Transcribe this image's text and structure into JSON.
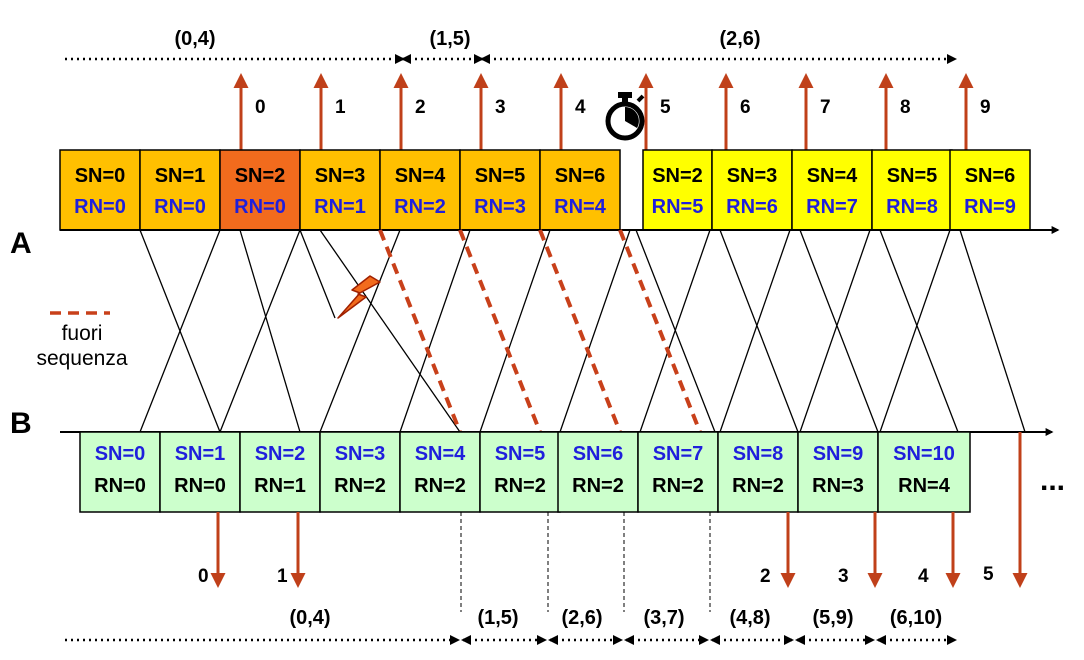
{
  "station_a_label": "A",
  "station_b_label": "B",
  "legend": {
    "line1": "fuori",
    "line2": "sequenza",
    "color": "#c8401a"
  },
  "ellipsis": "...",
  "colors": {
    "a_frame": "#ffc000",
    "a_frame_error": "#f26b1d",
    "a_frame_retx": "#ffff00",
    "b_frame": "#ccffcc",
    "arrow": "#c0401a",
    "blue_text": "#1f1fdc"
  },
  "top_windows": [
    "(0,4)",
    "(1,5)",
    "(2,6)"
  ],
  "a_arrivals": [
    "0",
    "1",
    "2",
    "3",
    "4",
    "5",
    "6",
    "7",
    "8",
    "9"
  ],
  "a_frames": [
    {
      "sn": "SN=0",
      "rn": "RN=0",
      "kind": "normal"
    },
    {
      "sn": "SN=1",
      "rn": "RN=0",
      "kind": "normal"
    },
    {
      "sn": "SN=2",
      "rn": "RN=0",
      "kind": "error"
    },
    {
      "sn": "SN=3",
      "rn": "RN=1",
      "kind": "normal"
    },
    {
      "sn": "SN=4",
      "rn": "RN=2",
      "kind": "normal"
    },
    {
      "sn": "SN=5",
      "rn": "RN=3",
      "kind": "normal"
    },
    {
      "sn": "SN=6",
      "rn": "RN=4",
      "kind": "normal"
    },
    {
      "sn": "SN=2",
      "rn": "RN=5",
      "kind": "retx"
    },
    {
      "sn": "SN=3",
      "rn": "RN=6",
      "kind": "retx"
    },
    {
      "sn": "SN=4",
      "rn": "RN=7",
      "kind": "retx"
    },
    {
      "sn": "SN=5",
      "rn": "RN=8",
      "kind": "retx"
    },
    {
      "sn": "SN=6",
      "rn": "RN=9",
      "kind": "retx"
    }
  ],
  "b_frames": [
    {
      "sn": "SN=0",
      "rn": "RN=0"
    },
    {
      "sn": "SN=1",
      "rn": "RN=0"
    },
    {
      "sn": "SN=2",
      "rn": "RN=1"
    },
    {
      "sn": "SN=3",
      "rn": "RN=2"
    },
    {
      "sn": "SN=4",
      "rn": "RN=2"
    },
    {
      "sn": "SN=5",
      "rn": "RN=2"
    },
    {
      "sn": "SN=6",
      "rn": "RN=2"
    },
    {
      "sn": "SN=7",
      "rn": "RN=2"
    },
    {
      "sn": "SN=8",
      "rn": "RN=2"
    },
    {
      "sn": "SN=9",
      "rn": "RN=3"
    },
    {
      "sn": "SN=10",
      "rn": "RN=4"
    }
  ],
  "b_arrivals": [
    "0",
    "1",
    "2",
    "3",
    "4",
    "5"
  ],
  "bottom_windows": [
    "(0,4)",
    "(1,5)",
    "(2,6)",
    "(3,7)",
    "(4,8)",
    "(5,9)",
    "(6,10)"
  ]
}
